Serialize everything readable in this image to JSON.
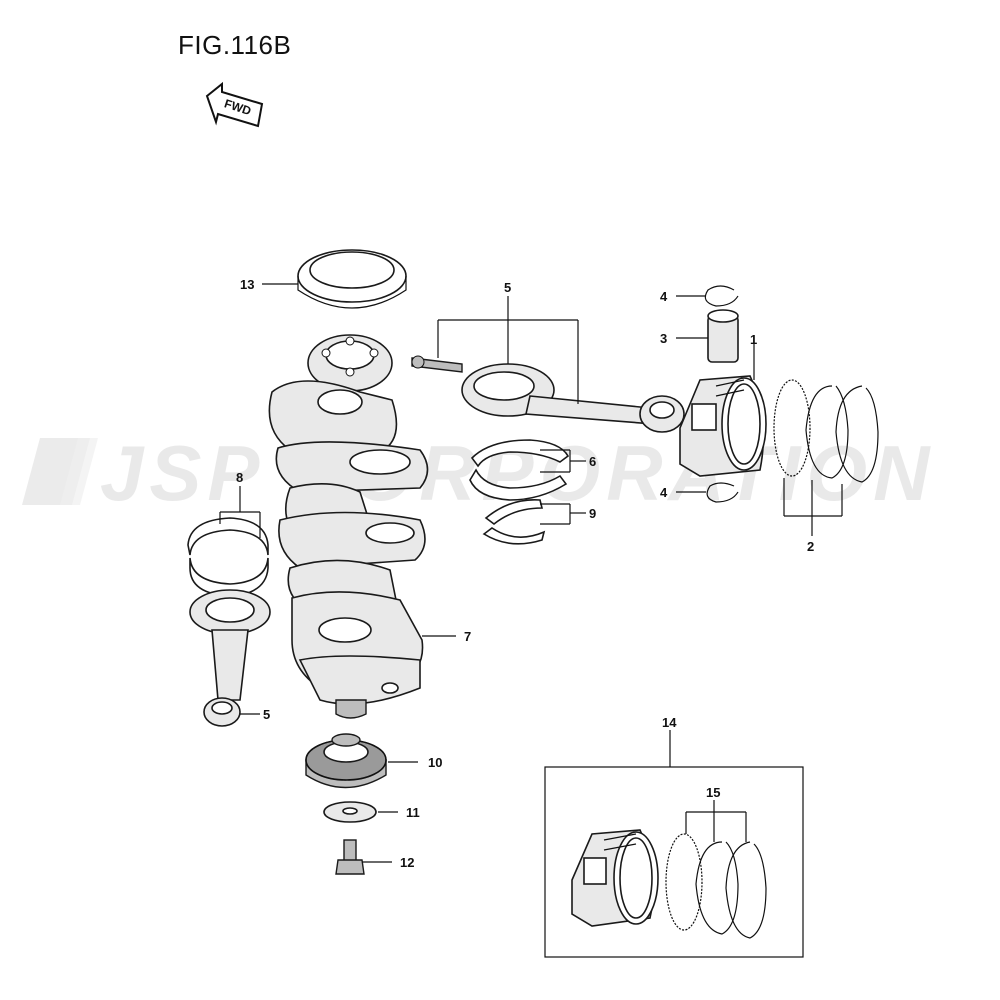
{
  "figure_title": "FIG.116B",
  "fwd_label": "FWD",
  "watermark": "JSP CORPORATION",
  "callouts": {
    "c1": "1",
    "c2": "2",
    "c3": "3",
    "c4a": "4",
    "c4b": "4",
    "c5a": "5",
    "c5b": "5",
    "c6": "6",
    "c7": "7",
    "c8": "8",
    "c9": "9",
    "c10": "10",
    "c11": "11",
    "c12": "12",
    "c13": "13",
    "c14": "14",
    "c15": "15"
  }
}
